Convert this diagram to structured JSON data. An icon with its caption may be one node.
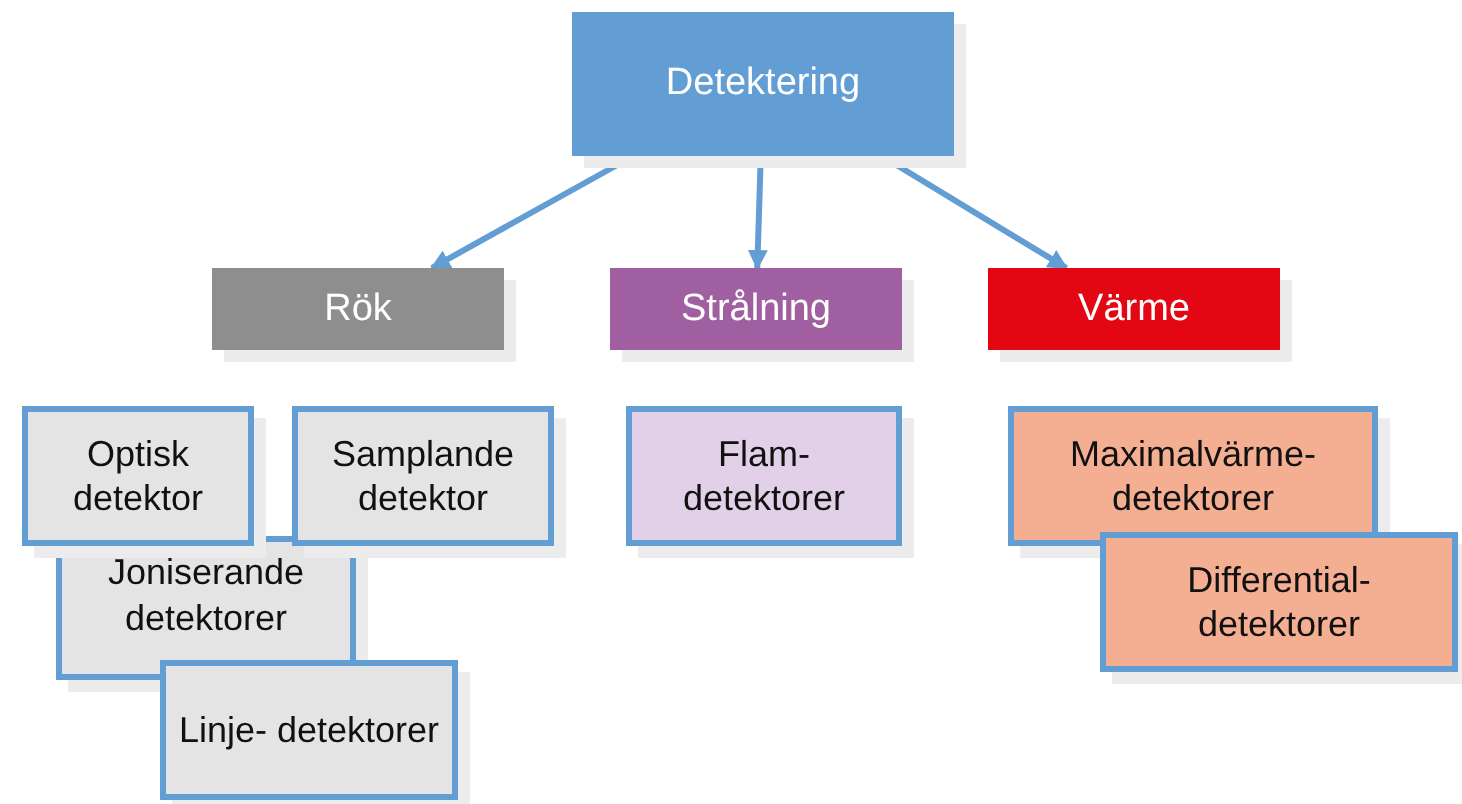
{
  "diagram": {
    "nodes": [
      {
        "text": [
          "Detektering"
        ]
      },
      {
        "text": [
          "Rök"
        ]
      },
      {
        "text": [
          "Strålning"
        ]
      },
      {
        "text": [
          "Värme"
        ]
      },
      {
        "text": [
          "Optisk detektor"
        ]
      },
      {
        "text": [
          "Samplande detektor"
        ]
      },
      {
        "text": [
          "Joniserande detektorer"
        ]
      },
      {
        "text": [
          "Linje- detektorer"
        ]
      },
      {
        "text": [
          "Flam- detektorer"
        ]
      },
      {
        "text": [
          "Maximalvärme- detektorer"
        ]
      },
      {
        "text": [
          "Differential- detektorer"
        ]
      }
    ],
    "edges": [
      {
        "from": 0,
        "to": 1,
        "arrow": "to"
      },
      {
        "from": 0,
        "to": 2,
        "arrow": "to"
      },
      {
        "from": 0,
        "to": 3,
        "arrow": "to"
      }
    ]
  }
}
